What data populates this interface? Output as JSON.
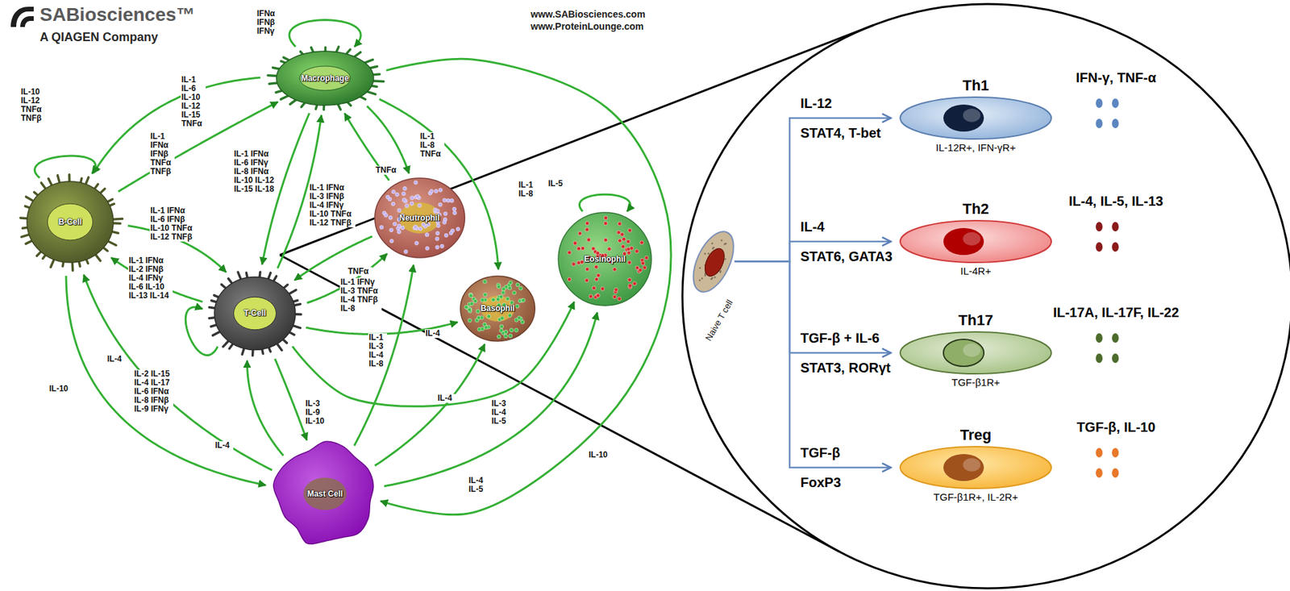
{
  "diagram": {
    "nodes": [
      {
        "text": [
          "Macrophage"
        ]
      },
      {
        "text": [
          "B-Cell"
        ]
      },
      {
        "text": [
          "Neutrophil"
        ]
      },
      {
        "text": [
          "Eosinophil"
        ]
      },
      {
        "text": [
          "Basophil"
        ]
      },
      {
        "text": [
          "T-Cell"
        ]
      },
      {
        "text": [
          "Mast Cell"
        ]
      },
      {
        "text": [
          "Naive T cell"
        ]
      },
      {
        "text": [
          "Th1",
          "IL-12R+, IFN-γR+"
        ]
      },
      {
        "text": [
          "Th2",
          "IL-4R+"
        ]
      },
      {
        "text": [
          "Th17",
          "TGF-β1R+"
        ]
      },
      {
        "text": [
          "Treg",
          "TGF-β1R+, IL-2R+"
        ]
      }
    ],
    "edges": [
      {
        "from": 0,
        "to": 0,
        "label": "IFNα IFNβ IFNγ",
        "arrow": "to"
      },
      {
        "from": 0,
        "to": 1,
        "label": "IL-1 IL-6 IL-10 IL-12 IL-15 TNFα",
        "arrow": "to"
      },
      {
        "from": 1,
        "to": 0,
        "label": "IL-1 IFNα IFNβ TNFα TNFβ",
        "arrow": "to"
      },
      {
        "from": 1,
        "to": 1,
        "label": "IL-10 IL-12 TNFα TNFβ",
        "arrow": "to"
      },
      {
        "from": 1,
        "to": 5,
        "label": "IL-1 IFNα IL-6 IFNβ IL-10 TNFα IL-12 TNFβ",
        "arrow": "to"
      },
      {
        "from": 5,
        "to": 1,
        "label": "IL-1 IFNα IL-2 IFNβ IL-4 IFNγ IL-6 IL-10 IL-13 IL-14",
        "arrow": "to"
      },
      {
        "from": 0,
        "to": 5,
        "label": "IL-1 IFNα IL-6 IFNγ IL-8 IFNα IL-10 IL-12 IL-15 IL-18",
        "arrow": "to"
      },
      {
        "from": 5,
        "to": 0,
        "label": "IL-1 IFNα IL-3 IFNβ IL-4 IFNγ IL-10 TNFα IL-12 TNFβ",
        "arrow": "to"
      },
      {
        "from": 0,
        "to": 2,
        "label": "IL-1 IL-8 TNFα",
        "arrow": "to"
      },
      {
        "from": 2,
        "to": 0,
        "label": "TNFα",
        "arrow": "to"
      },
      {
        "from": 0,
        "to": 4,
        "label": "IL-1 IL-8",
        "arrow": "to"
      },
      {
        "from": 0,
        "to": 6,
        "label": "IL-10",
        "arrow": "to"
      },
      {
        "from": 5,
        "to": 2,
        "label": "IL-1 IFNγ IL-3 TNFα IL-4 TNFβ IL-8",
        "arrow": "to"
      },
      {
        "from": 2,
        "to": 5,
        "label": "TNFα",
        "arrow": "to"
      },
      {
        "from": 5,
        "to": 5,
        "label": "IL-2 IL-15 IL-4 IL-17 IL-6 IFNα IL-8 IFNβ IL-9 IFNγ",
        "arrow": "to"
      },
      {
        "from": 5,
        "to": 4,
        "label": "IL-1 IL-3 IL-4 IL-8",
        "arrow": "to"
      },
      {
        "from": 5,
        "to": 3,
        "label": "IL-3 IL-4 IL-5",
        "arrow": "to"
      },
      {
        "from": 5,
        "to": 6,
        "label": "IL-3 IL-9 IL-10",
        "arrow": "to"
      },
      {
        "from": 6,
        "to": 5,
        "label": "IL-4",
        "arrow": "to"
      },
      {
        "from": 6,
        "to": 1,
        "label": "IL-4",
        "arrow": "to"
      },
      {
        "from": 1,
        "to": 6,
        "label": "IL-10",
        "arrow": "to"
      },
      {
        "from": 6,
        "to": 2,
        "label": "IL-4",
        "arrow": "to"
      },
      {
        "from": 6,
        "to": 4,
        "label": "IL-4",
        "arrow": "to"
      },
      {
        "from": 6,
        "to": 3,
        "label": "IL-4 IL-5",
        "arrow": "to"
      },
      {
        "from": 3,
        "to": 3,
        "label": "IL-5",
        "arrow": "to"
      },
      {
        "from": 7,
        "to": 8,
        "label": "IL-12",
        "arrow": "to"
      },
      {
        "from": 7,
        "to": 9,
        "label": "IL-4",
        "arrow": "to"
      },
      {
        "from": 7,
        "to": 10,
        "label": "TGF-β + IL-6",
        "arrow": "to"
      },
      {
        "from": 7,
        "to": 11,
        "label": "TGF-β",
        "arrow": "to"
      }
    ],
    "labels": [
      "SABiosciences™",
      "A QIAGEN Company",
      "www.SABiosciences.com",
      "www.ProteinLounge.com",
      "STAT4, T-bet",
      "IFN-γ, TNF-α",
      "STAT6, GATA3",
      "IL-4, IL-5, IL-13",
      "STAT3, RORγt",
      "IL-17A, IL-17F, IL-22",
      "FoxP3",
      "TGF-β, IL-10"
    ]
  }
}
